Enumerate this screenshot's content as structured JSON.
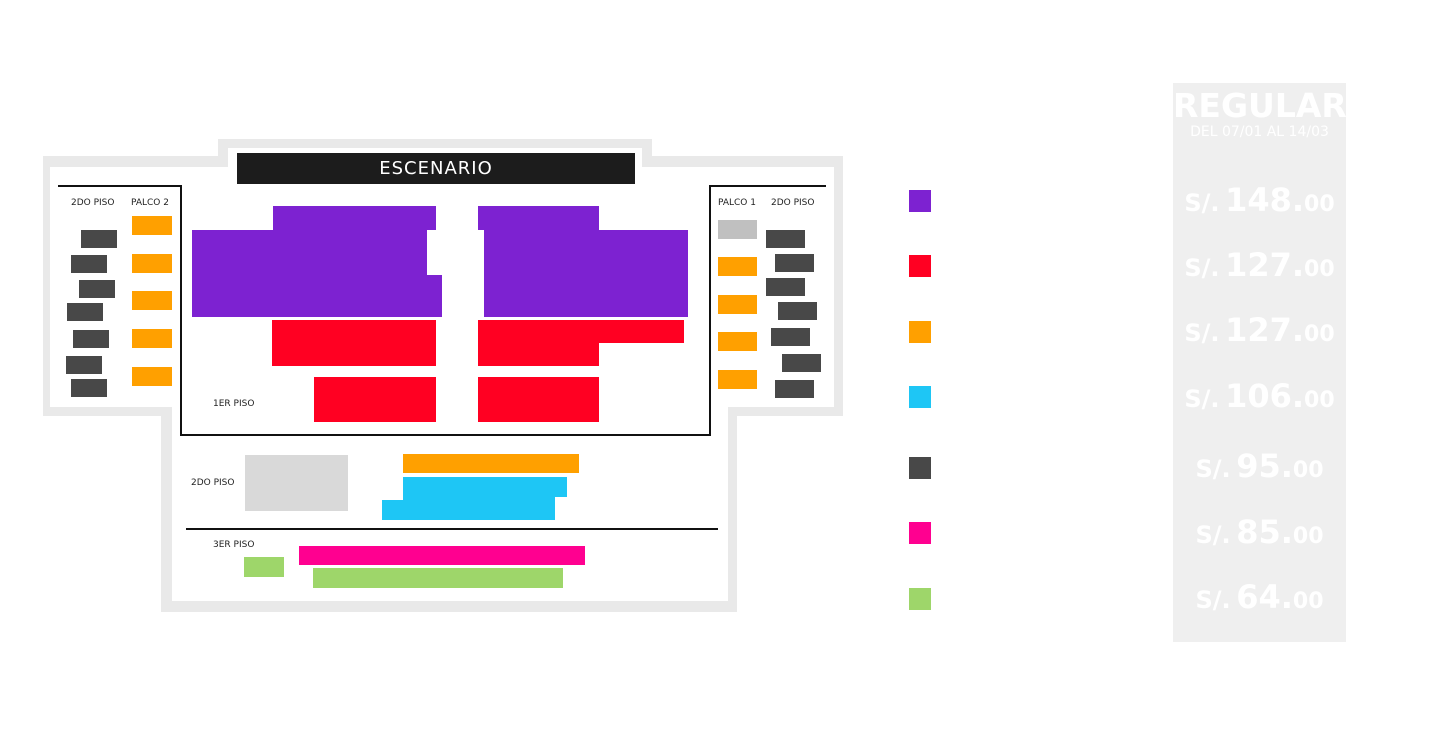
{
  "stage_label": "ESCENARIO",
  "labels": {
    "left_2do_piso": "2DO PISO",
    "palco_2": "PALCO 2",
    "palco_1": "PALCO 1",
    "right_2do_piso": "2DO PISO",
    "primer_piso": "1ER PISO",
    "segundo_piso": "2DO PISO",
    "tercer_piso": "3ER PISO"
  },
  "colors": {
    "purple": "#7d22d1",
    "red": "#ff0022",
    "orange": "#ffa000",
    "cyan": "#1ec6f5",
    "dark_gray": "#484848",
    "magenta": "#ff0090",
    "green": "#9ed66a",
    "light_gray": "#d9d9d9",
    "sold_gray": "#c0c0c0",
    "outline": "#e9e9e9"
  },
  "price_panel": {
    "title": "REGULAR",
    "subtitle": "DEL 07/01 AL 14/03",
    "currency": "S/.",
    "cents": "00"
  },
  "legend": [
    {
      "zone": "purple",
      "color": "#7d22d1",
      "price": "148."
    },
    {
      "zone": "red",
      "color": "#ff0022",
      "price": "127."
    },
    {
      "zone": "orange",
      "color": "#ffa000",
      "price": "127."
    },
    {
      "zone": "cyan",
      "color": "#1ec6f5",
      "price": "106."
    },
    {
      "zone": "dark-gray",
      "color": "#484848",
      "price": "95."
    },
    {
      "zone": "magenta",
      "color": "#ff0090",
      "price": "85."
    },
    {
      "zone": "green",
      "color": "#9ed66a",
      "price": "64."
    }
  ]
}
